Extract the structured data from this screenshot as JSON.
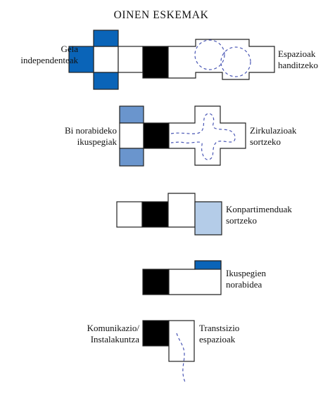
{
  "title": "OINEN ESKEMAK",
  "colors": {
    "blue": "#0a64b8",
    "mid_blue": "#6a95cd",
    "light_blue": "#b4cce8",
    "black": "#000000",
    "outline": "#222222",
    "dashed_path": "#4a57b5"
  },
  "rows": [
    {
      "left_label": [
        "Gela",
        "independenteak"
      ],
      "right_label": [
        "Espazioak",
        "handitzeko"
      ]
    },
    {
      "left_label": [
        "Bi norabideko",
        "ikuspegiak"
      ],
      "right_label": [
        "Zirkulazioak",
        "sortzeko"
      ]
    },
    {
      "right_label": [
        "Konpartimenduak",
        "sortzeko"
      ]
    },
    {
      "right_label": [
        "Ikuspegien",
        "norabidea"
      ]
    },
    {
      "left_label": [
        "Komunikazio/",
        "Instalakuntza"
      ],
      "right_label": [
        "Transtsizio",
        "espazioak"
      ]
    }
  ]
}
